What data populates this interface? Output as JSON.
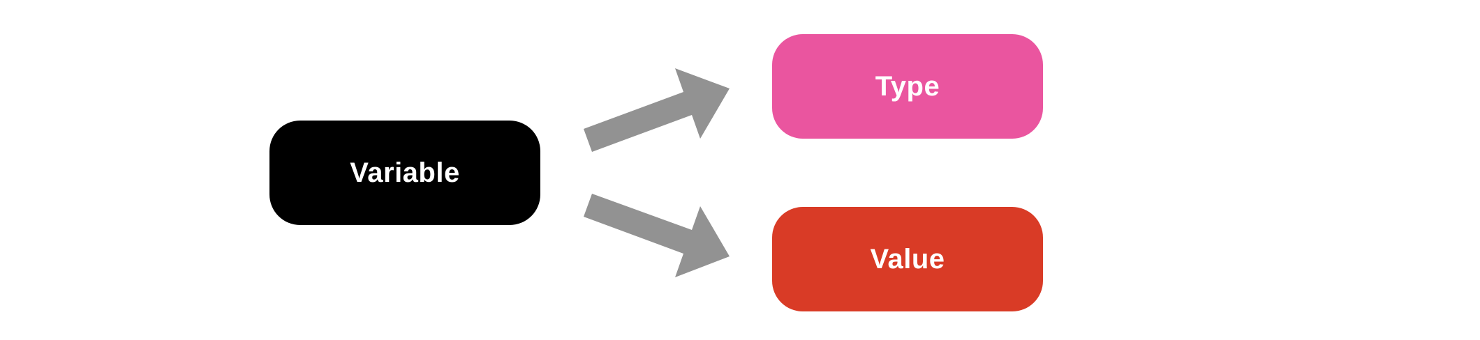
{
  "diagram": {
    "nodes": {
      "variable": {
        "label": "Variable",
        "color": "#000000"
      },
      "type": {
        "label": "Type",
        "color": "#EA559F"
      },
      "value": {
        "label": "Value",
        "color": "#D93B26"
      }
    },
    "arrow_color": "#929292",
    "edges": [
      {
        "from": "Variable",
        "to": "Type"
      },
      {
        "from": "Variable",
        "to": "Value"
      }
    ]
  }
}
